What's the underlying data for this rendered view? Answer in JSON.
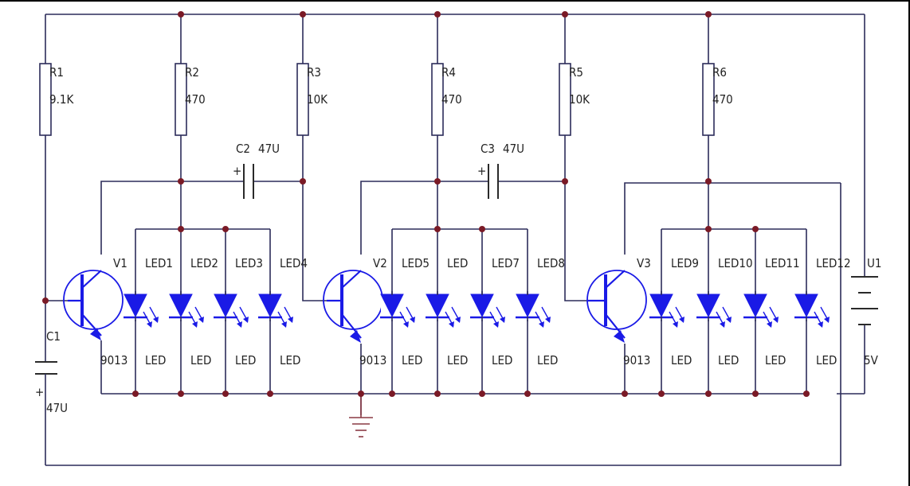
{
  "resistors": [
    {
      "ref": "R1",
      "value": "9.1K"
    },
    {
      "ref": "R2",
      "value": "470"
    },
    {
      "ref": "R3",
      "value": "10K"
    },
    {
      "ref": "R4",
      "value": "470"
    },
    {
      "ref": "R5",
      "value": "10K"
    },
    {
      "ref": "R6",
      "value": "470"
    }
  ],
  "capacitors": [
    {
      "ref": "C1",
      "value": "47U"
    },
    {
      "ref": "C2",
      "value": "47U"
    },
    {
      "ref": "C3",
      "value": "47U"
    }
  ],
  "transistors": [
    {
      "ref": "V1",
      "part": "9013"
    },
    {
      "ref": "V2",
      "part": "9013"
    },
    {
      "ref": "V3",
      "part": "9013"
    }
  ],
  "leds": [
    {
      "ref": "LED1",
      "type": "LED"
    },
    {
      "ref": "LED2",
      "type": "LED"
    },
    {
      "ref": "LED3",
      "type": "LED"
    },
    {
      "ref": "LED4",
      "type": "LED"
    },
    {
      "ref": "LED5",
      "type": "LED"
    },
    {
      "ref": "LED",
      "type": "LED"
    },
    {
      "ref": "LED7",
      "type": "LED"
    },
    {
      "ref": "LED8",
      "type": "LED"
    },
    {
      "ref": "LED9",
      "type": "LED"
    },
    {
      "ref": "LED10",
      "type": "LED"
    },
    {
      "ref": "LED11",
      "type": "LED"
    },
    {
      "ref": "LED12",
      "type": "LED"
    }
  ],
  "battery": {
    "ref": "U1",
    "value": "5V"
  },
  "polarity_mark": "+",
  "colors": {
    "wire": "#2c2c5a",
    "led": "#1a1ae6",
    "junction": "#7a1a26",
    "transistor": "#1a1ae6"
  }
}
